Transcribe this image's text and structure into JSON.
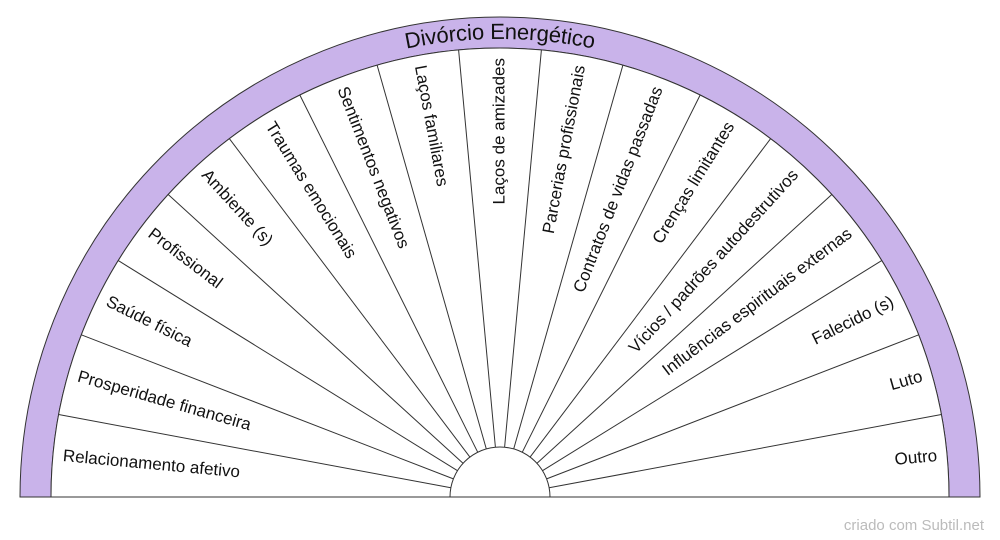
{
  "title": "Divórcio Energético",
  "credit": "criado com Subtil.net",
  "colors": {
    "ring": "#c9b3ea",
    "stroke": "#333333",
    "background": "#ffffff"
  },
  "segments": [
    "Relacionamento afetivo",
    "Prosperidade financeira",
    "Saúde física",
    "Profissional",
    "Ambiente (s)",
    "Traumas emocionais",
    "Sentimentos negativos",
    "Laços familiares",
    "Laços de amizades",
    "Parcerias profissionais",
    "Contratos de vidas passadas",
    "Crenças limitantes",
    "Vícios / padrões autodestrutivos",
    "Influências espirituais externas",
    "Falecido (s)",
    "Luto",
    "Outro"
  ]
}
